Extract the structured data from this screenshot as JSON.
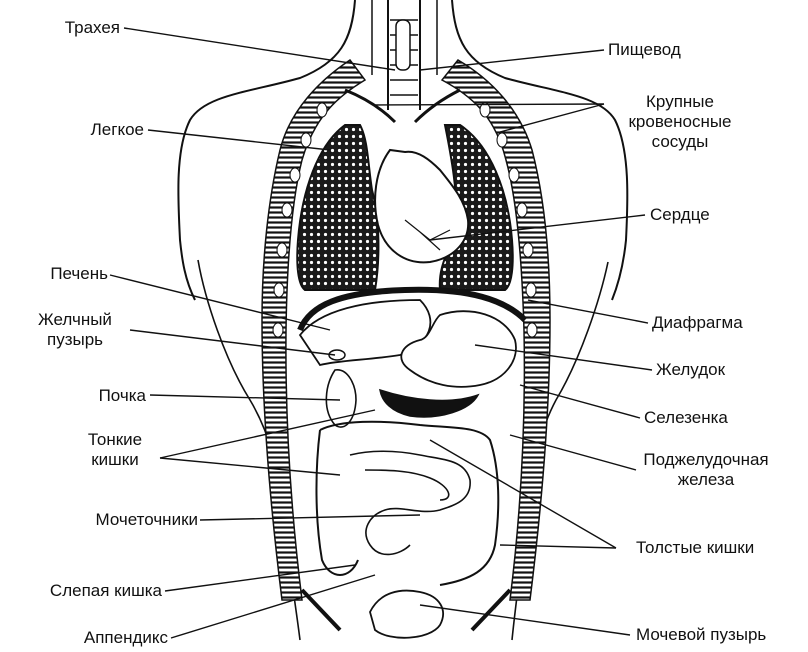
{
  "labels": {
    "trachea": "Трахея",
    "esophagus": "Пищевод",
    "great_vessels": [
      "Крупные",
      "кровеносные",
      "сосуды"
    ],
    "lung": "Легкое",
    "heart": "Сердце",
    "liver": "Печень",
    "diaphragm": "Диафрагма",
    "gallbladder": [
      "Желчный",
      "пузырь"
    ],
    "stomach": "Желудок",
    "kidney": "Почка",
    "spleen": "Селезенка",
    "small_intestine": [
      "Тонкие",
      "кишки"
    ],
    "pancreas": [
      "Поджелудочная",
      "железа"
    ],
    "ureters": "Мочеточники",
    "large_intestine": "Толстые кишки",
    "cecum": "Слепая кишка",
    "appendix": "Аппендикс",
    "bladder": "Мочевой пузырь"
  }
}
